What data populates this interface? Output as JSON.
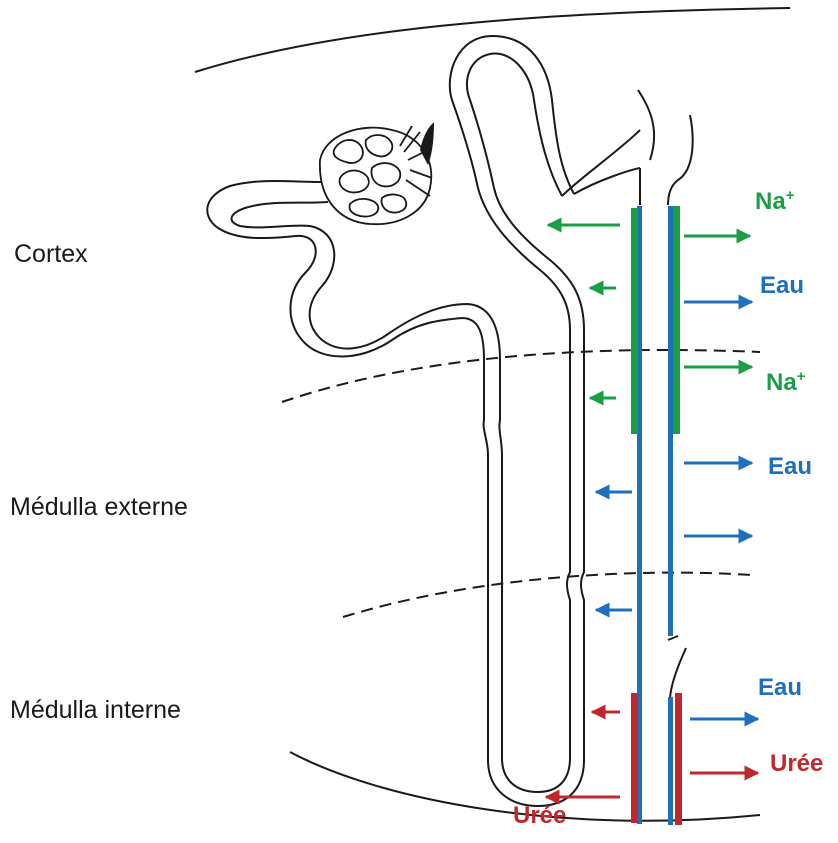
{
  "colors": {
    "sodium": "#1a9e46",
    "water": "#1f6fbf",
    "urea": "#c0282d",
    "outline": "#1a1a1a"
  },
  "zones": {
    "cortex": "Cortex",
    "outer_medulla": "Médulla externe",
    "inner_medulla": "Médulla interne"
  },
  "labels": {
    "na_top": "Na",
    "na_top_charge": "+",
    "eau_top": "Eau",
    "na_mid": "Na",
    "na_mid_charge": "+",
    "eau_mid": "Eau",
    "eau_inner": "Eau",
    "uree_right": "Urée",
    "uree_left": "Urée"
  }
}
